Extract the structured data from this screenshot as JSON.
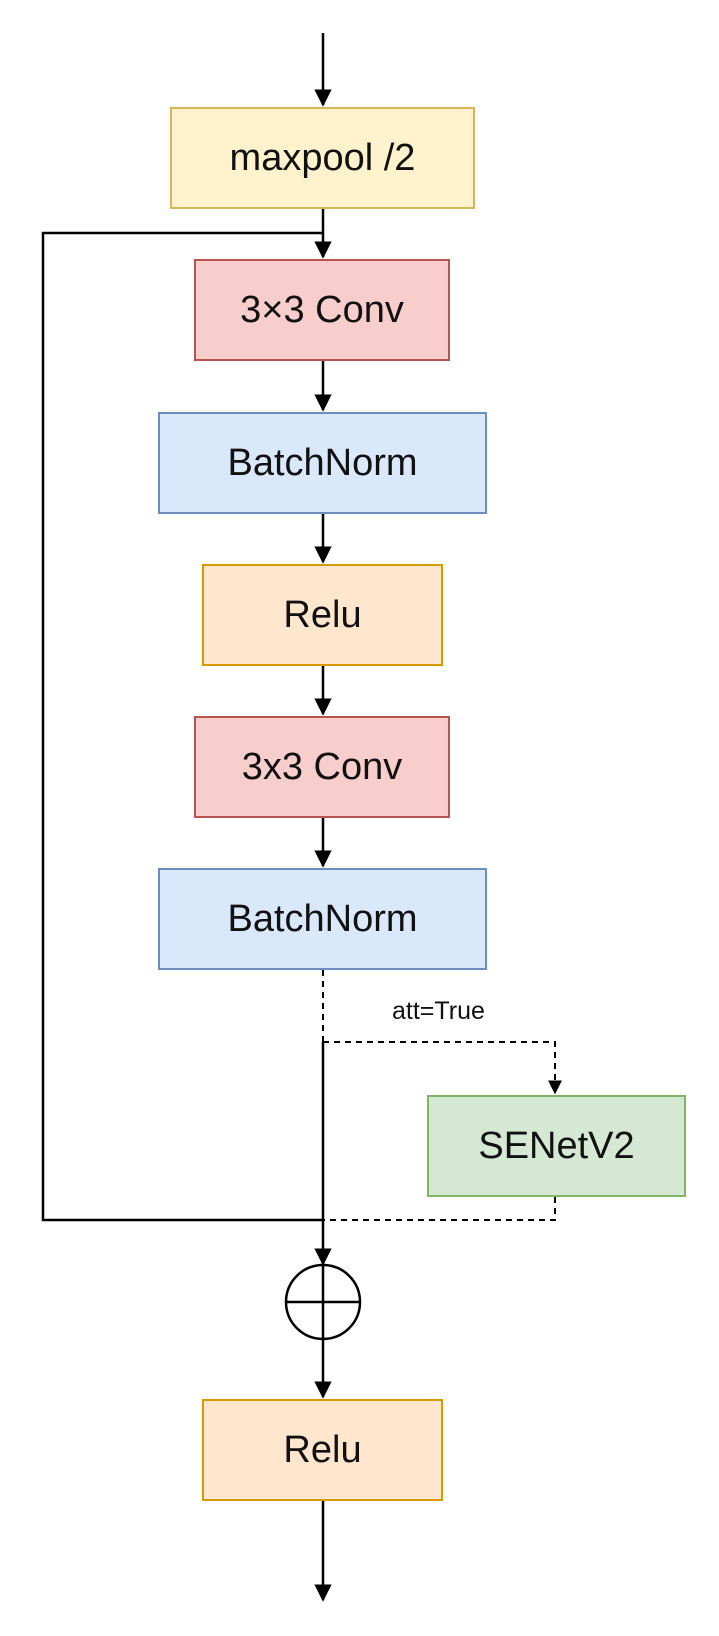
{
  "blocks": {
    "maxpool": "maxpool /2",
    "conv1": "3×3 Conv",
    "batchnorm1": "BatchNorm",
    "relu1": "Relu",
    "conv2": "3x3 Conv",
    "batchnorm2": "BatchNorm",
    "senet": "SENetV2",
    "relu2": "Relu"
  },
  "edges": {
    "attention_condition": "att=True"
  },
  "colors": {
    "maxpool_fill": "#fff2cc",
    "conv_fill": "#f8cecc",
    "batchnorm_fill": "#dae8fc",
    "relu_fill": "#ffe6cc",
    "senet_fill": "#d5e8d4",
    "line": "#000000"
  },
  "icons": {
    "sum_node": "circle-plus-icon"
  }
}
